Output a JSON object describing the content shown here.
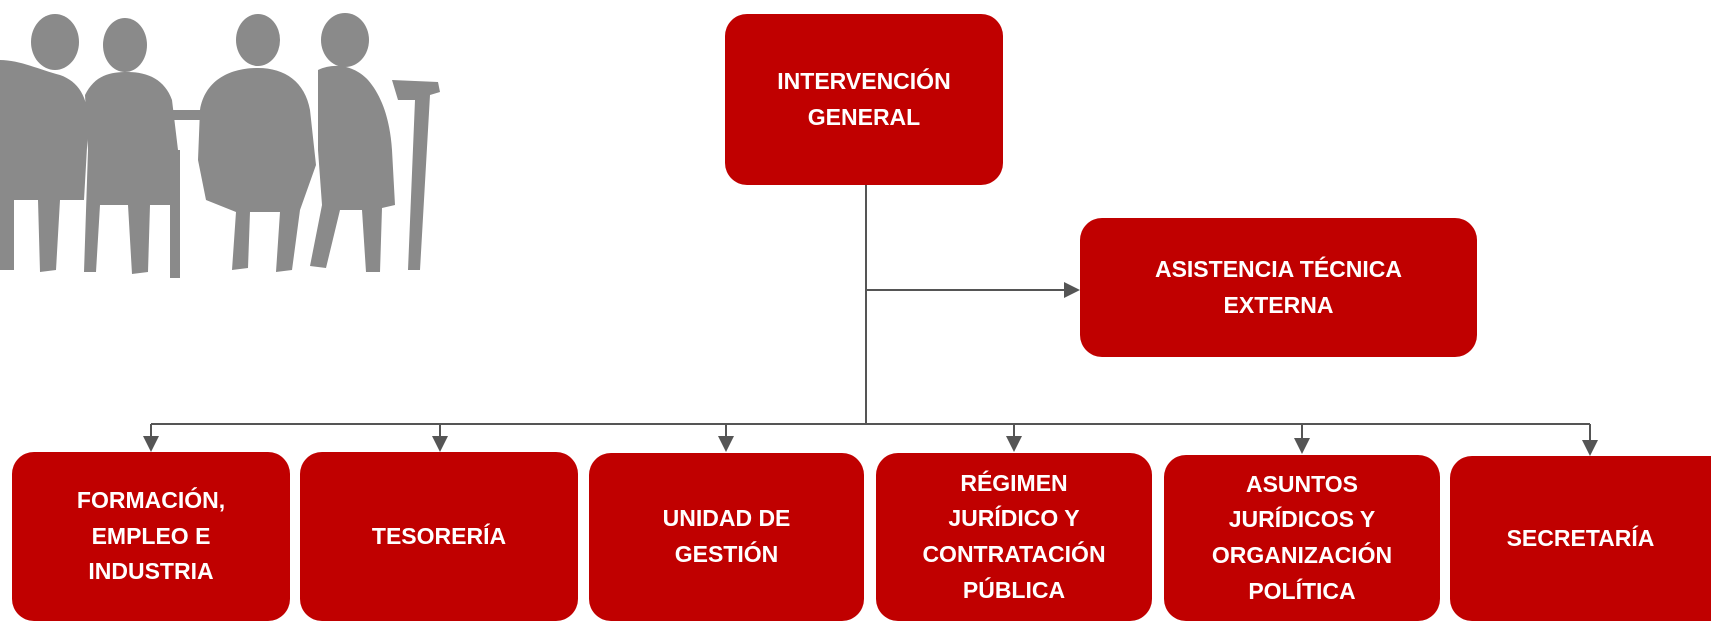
{
  "colors": {
    "box_fill": "#c00000",
    "box_text": "#ffffff",
    "connector": "#555555",
    "silhouette": "#8a8a8a"
  },
  "icons": {
    "meeting": "meeting-silhouette-icon"
  },
  "org": {
    "root": "INTERVENCIÓN\nGENERAL",
    "side": "ASISTENCIA TÉCNICA\nEXTERNA",
    "children": [
      "FORMACIÓN,\nEMPLEO E\nINDUSTRIA",
      "TESORERÍA",
      "UNIDAD DE\nGESTIÓN",
      "RÉGIMEN\nJURÍDICO Y\nCONTRATACIÓN\nPÚBLICA",
      "ASUNTOS\nJURÍDICOS Y\nORGANIZACIÓN\nPOLÍTICA",
      "SECRETARÍA"
    ]
  }
}
